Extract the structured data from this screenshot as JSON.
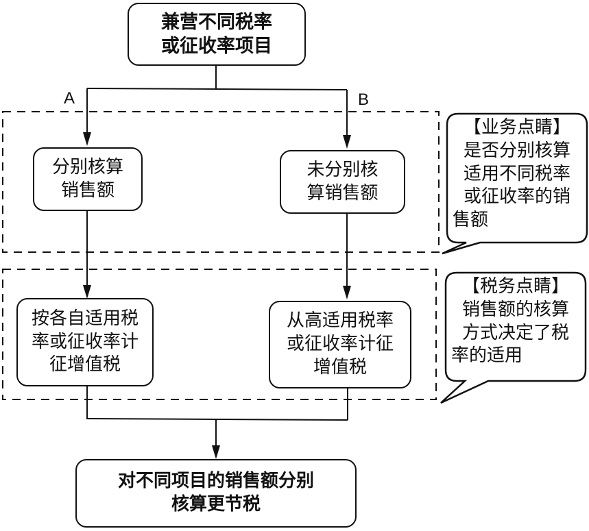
{
  "diagram": {
    "start": {
      "lines": [
        "兼营不同税率",
        "或征收率项目"
      ]
    },
    "branch_labels": {
      "a": "A",
      "b": "B"
    },
    "left_step1": {
      "lines": [
        "分别核算",
        "销售额"
      ]
    },
    "right_step1": {
      "lines": [
        "未分别核",
        "算销售额"
      ]
    },
    "left_step2": {
      "lines": [
        "按各自适用税",
        "率或征收率计",
        "征增值税"
      ]
    },
    "right_step2": {
      "lines": [
        "从高适用税率",
        "或征收率计征",
        "增值税"
      ]
    },
    "end": {
      "lines": [
        "对不同项目的销售额分别",
        "核算更节税"
      ]
    },
    "callout_business": {
      "lines": [
        "【业务点睛】",
        "是否分别核算",
        "适用不同税率",
        "或征收率的销",
        "售额"
      ]
    },
    "callout_tax": {
      "lines": [
        "【税务点睛】",
        "销售额的核算",
        "方式决定了税",
        "率的适用"
      ]
    }
  }
}
